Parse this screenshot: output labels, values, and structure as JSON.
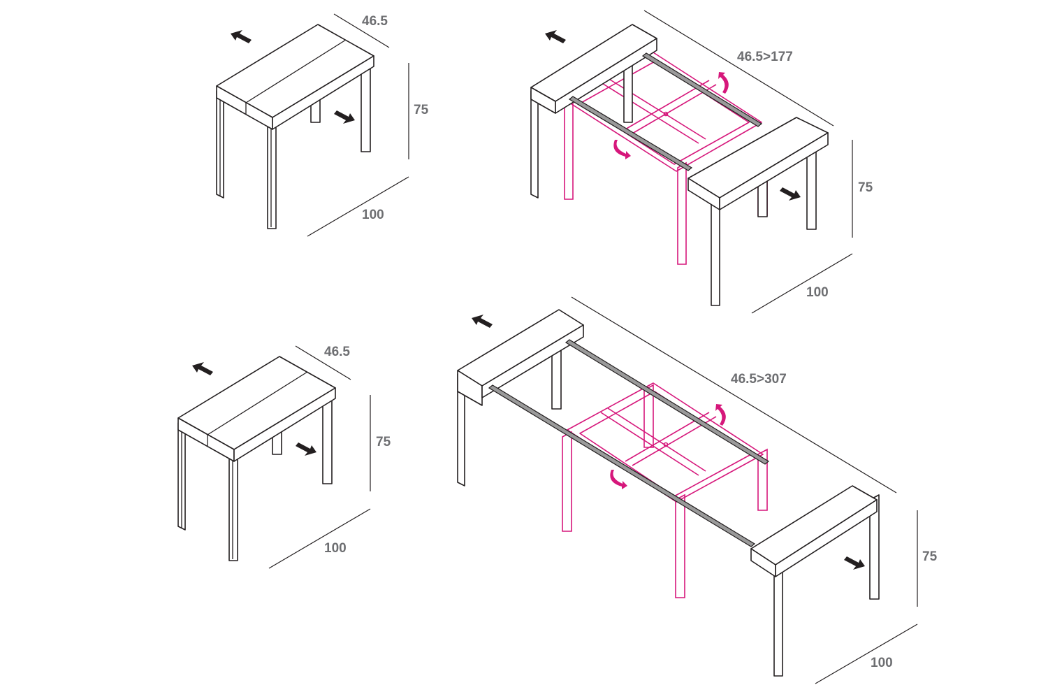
{
  "diagrams": [
    {
      "name": "console-closed-top",
      "depth_label": "46.5",
      "height_label": "75",
      "width_label": "100"
    },
    {
      "name": "table-extended-177",
      "depth_label": "46.5>177",
      "height_label": "75",
      "width_label": "100"
    },
    {
      "name": "console-closed-bottom",
      "depth_label": "46.5",
      "height_label": "75",
      "width_label": "100"
    },
    {
      "name": "table-extended-307",
      "depth_label": "46.5>307",
      "height_label": "75",
      "width_label": "100"
    }
  ],
  "colors": {
    "line": "#231f20",
    "accent": "#d6177b",
    "label": "#6d6e71"
  }
}
